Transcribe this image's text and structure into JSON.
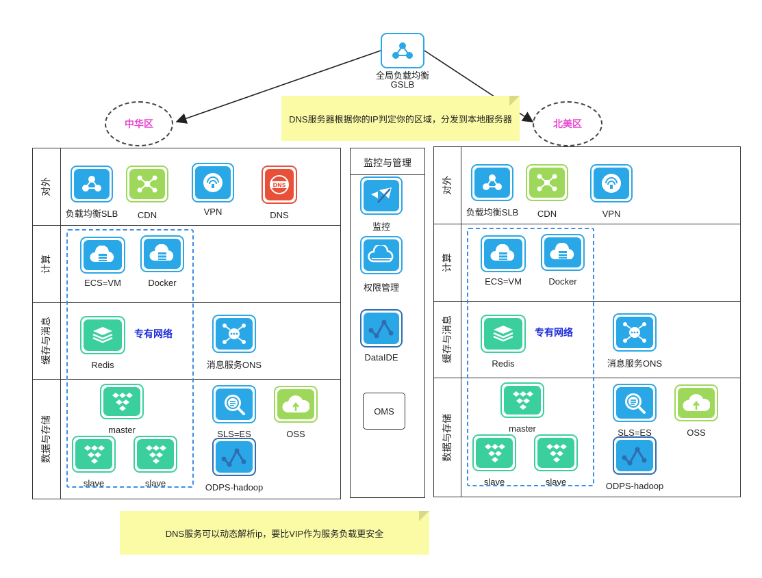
{
  "gslb": {
    "name": "全局负载均衡",
    "sub": "GSLB"
  },
  "notes": {
    "top": "DNS服务器根据你的IP判定你的区域，分发到本地服务器",
    "bottom": "DNS服务可以动态解析ip，要比VIP作为服务负载更安全"
  },
  "regions": {
    "left": "中华区",
    "right": "北美区"
  },
  "rows": {
    "external": "对外",
    "compute": "计算",
    "cache": "缓存与消息",
    "storage": "数据与存储"
  },
  "vpc_label": "专有网络",
  "services": {
    "slb": "负载均衡SLB",
    "cdn": "CDN",
    "vpn": "VPN",
    "dns": "DNS",
    "ecs": "ECS=VM",
    "docker": "Docker",
    "redis": "Redis",
    "ons": "消息服务ONS",
    "master": "master",
    "slave": "slave",
    "sls": "SLS=ES",
    "oss": "OSS",
    "odps": "ODPS-hadoop"
  },
  "monitor": {
    "title": "监控与管理",
    "items": [
      "监控",
      "权限管理",
      "DataIDE"
    ],
    "oms": "OMS"
  },
  "colors": {
    "blue": "#2aa7e6",
    "green": "#3ccf9e",
    "lime": "#9ed85a",
    "red": "#e8503a",
    "dark_blue": "#2f6db0"
  }
}
